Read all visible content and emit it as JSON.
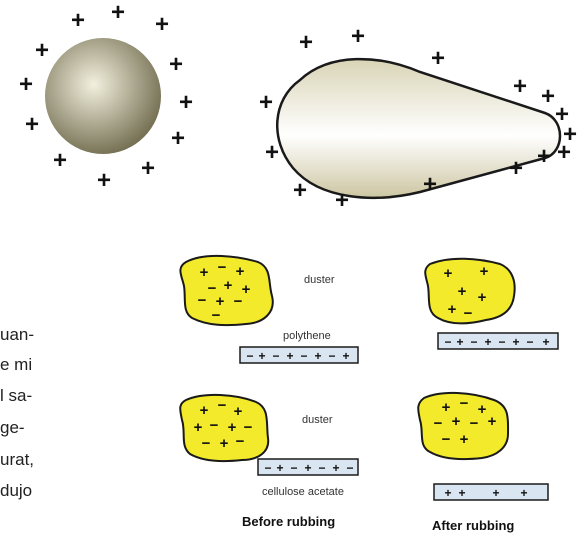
{
  "labels": {
    "duster_top": "duster",
    "polythene": "polythene",
    "duster_bottom": "duster",
    "cellulose_acetate": "cellulose acetate",
    "before_rubbing": "Before rubbing",
    "after_rubbing": "After rubbing"
  },
  "charge_symbol": "+",
  "minus_symbol": "−",
  "page_text_fragments": [
    "uan-",
    "e mi",
    "l sa-",
    "ge-",
    "urat,",
    "dujo"
  ],
  "colors": {
    "sphere_light": "#f3f0df",
    "sphere_dark": "#6f6a4c",
    "duster_fill": "#f2ea2a",
    "strip_fill": "#d9e6f2",
    "outline": "#1a1a1a"
  }
}
